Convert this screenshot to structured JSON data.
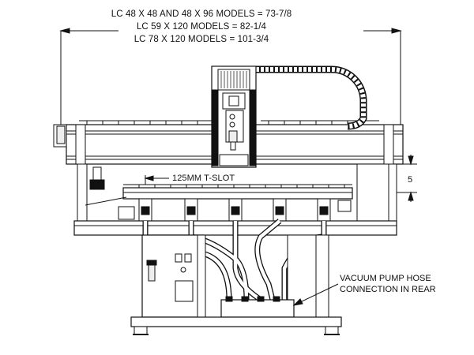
{
  "dimensions": {
    "overall_width_label": "LC 48 X 48 AND 48 X 96 MODELS = 73-7/8",
    "width_59_label": "LC 59 X 120 MODELS = 82-1/4",
    "width_78_label": "LC 78 X 120 MODELS = 101-3/4",
    "table_offset_value": "5"
  },
  "callouts": {
    "tslot": "125MM T-SLOT",
    "vacuum_line1": "VACUUM PUMP HOSE",
    "vacuum_line2": "CONNECTION IN REAR"
  },
  "colors": {
    "ink": "#111111",
    "hose_fill": "#ffffff",
    "shade": "#d9d9d9",
    "dark": "#333333"
  }
}
